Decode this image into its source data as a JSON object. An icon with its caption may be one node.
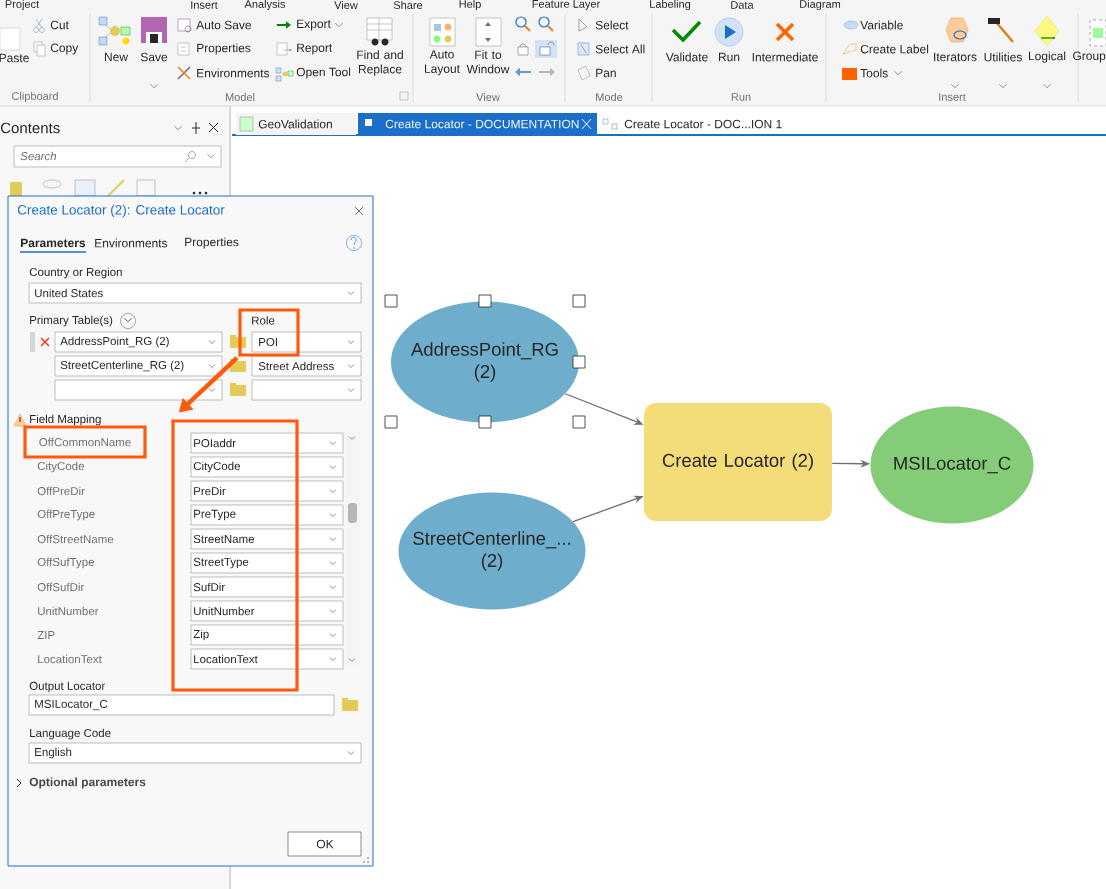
{
  "diagram": {
    "nodes": [
      {
        "text": [
          "AddressPoint_RG (2)"
        ]
      },
      {
        "text": [
          "StreetCenterline_... (2)"
        ]
      },
      {
        "text": [
          "Create Locator (2)"
        ]
      },
      {
        "text": [
          "MSILocator_C"
        ]
      },
      {
        "text": [
          "Role"
        ]
      },
      {
        "text": [
          "OffCommonName"
        ]
      },
      {
        "text": [],
        "shape": "box"
      }
    ],
    "edges": [
      {
        "from": 0,
        "to": 2,
        "arrow": "to"
      },
      {
        "from": 1,
        "to": 2,
        "arrow": "to"
      },
      {
        "from": 2,
        "to": 3,
        "arrow": "to"
      },
      {
        "from": 4,
        "to": 6,
        "arrow": "to",
        "style": "thick",
        "color": "#ff5a0a"
      }
    ],
    "labels": [
      "Project",
      "Insert",
      "Analysis",
      "View",
      "Share",
      "Help",
      "Feature Layer",
      "Labeling",
      "Data",
      "Diagram",
      "Paste",
      "Cut",
      "Copy",
      "New",
      "Save",
      "Auto Save",
      "Properties",
      "Environments",
      "Export",
      "Report",
      "Open Tool",
      "Find and Replace",
      "Auto Layout",
      "Fit to Window",
      "Select",
      "Select All",
      "Pan",
      "Validate",
      "Run",
      "Intermediate",
      "Variable",
      "Create Label",
      "Tools",
      "Iterators",
      "Utilities",
      "Logical",
      "Group",
      "Clipboard",
      "Model",
      "View",
      "Mode",
      "Run",
      "Insert",
      "Contents",
      "GeoValidation",
      "Create Locator - DOCUMENTATION",
      "Create Locator - DOC...ION 1",
      "Search",
      "Create Locator (2): Create Locator",
      "Parameters",
      "Environments",
      "Properties",
      "Country or Region",
      "United States",
      "Primary Table(s)",
      "AddressPoint_RG (2)",
      "POI",
      "StreetCenterline_RG (2)",
      "Street Address",
      "Field Mapping",
      "CityCode",
      "OffPreDir",
      "OffPreType",
      "OffStreetName",
      "OffSufType",
      "OffSufDir",
      "UnitNumber",
      "ZIP",
      "LocationText",
      "POIaddr",
      "CityCode",
      "PreDir",
      "PreType",
      "StreetName",
      "StreetType",
      "SufDir",
      "UnitNumber",
      "Zip",
      "LocationText",
      "Output Locator",
      "MSILocator_C",
      "Language Code",
      "English",
      "Optional parameters",
      "OK"
    ]
  }
}
